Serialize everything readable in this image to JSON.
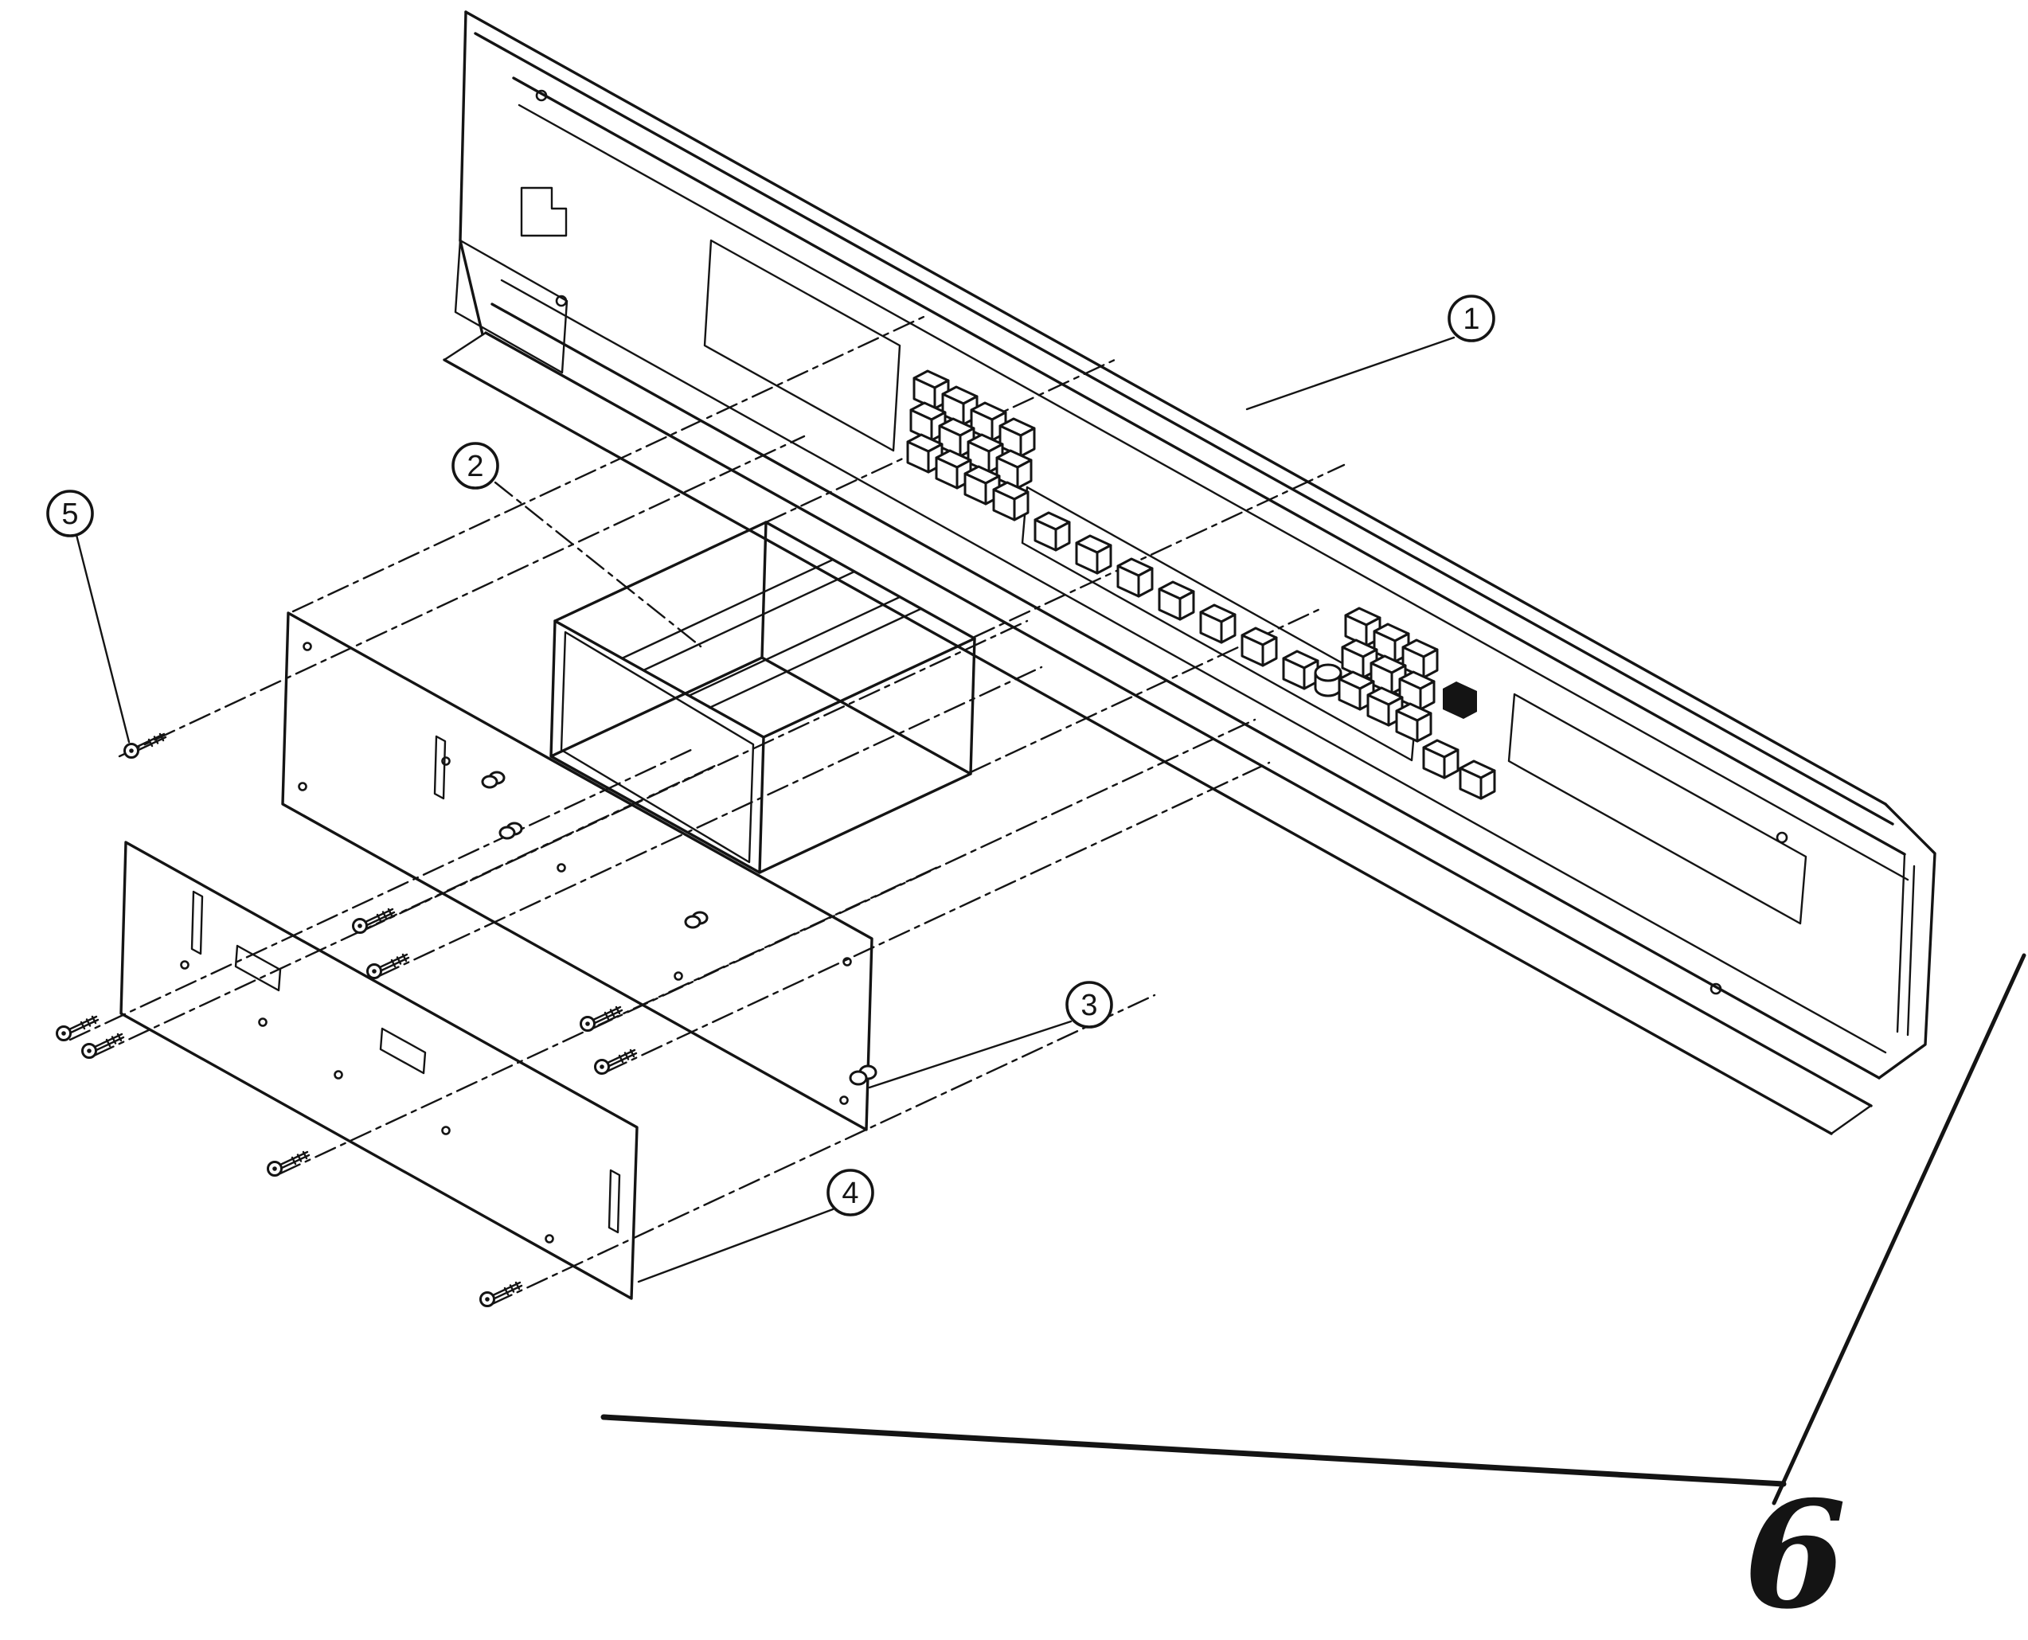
{
  "diagram": {
    "callouts": [
      {
        "label": "1"
      },
      {
        "label": "2"
      },
      {
        "label": "3"
      },
      {
        "label": "4"
      },
      {
        "label": "5"
      }
    ],
    "page_number": "6",
    "ink_color": "#141414",
    "background_color": "#ffffff"
  }
}
